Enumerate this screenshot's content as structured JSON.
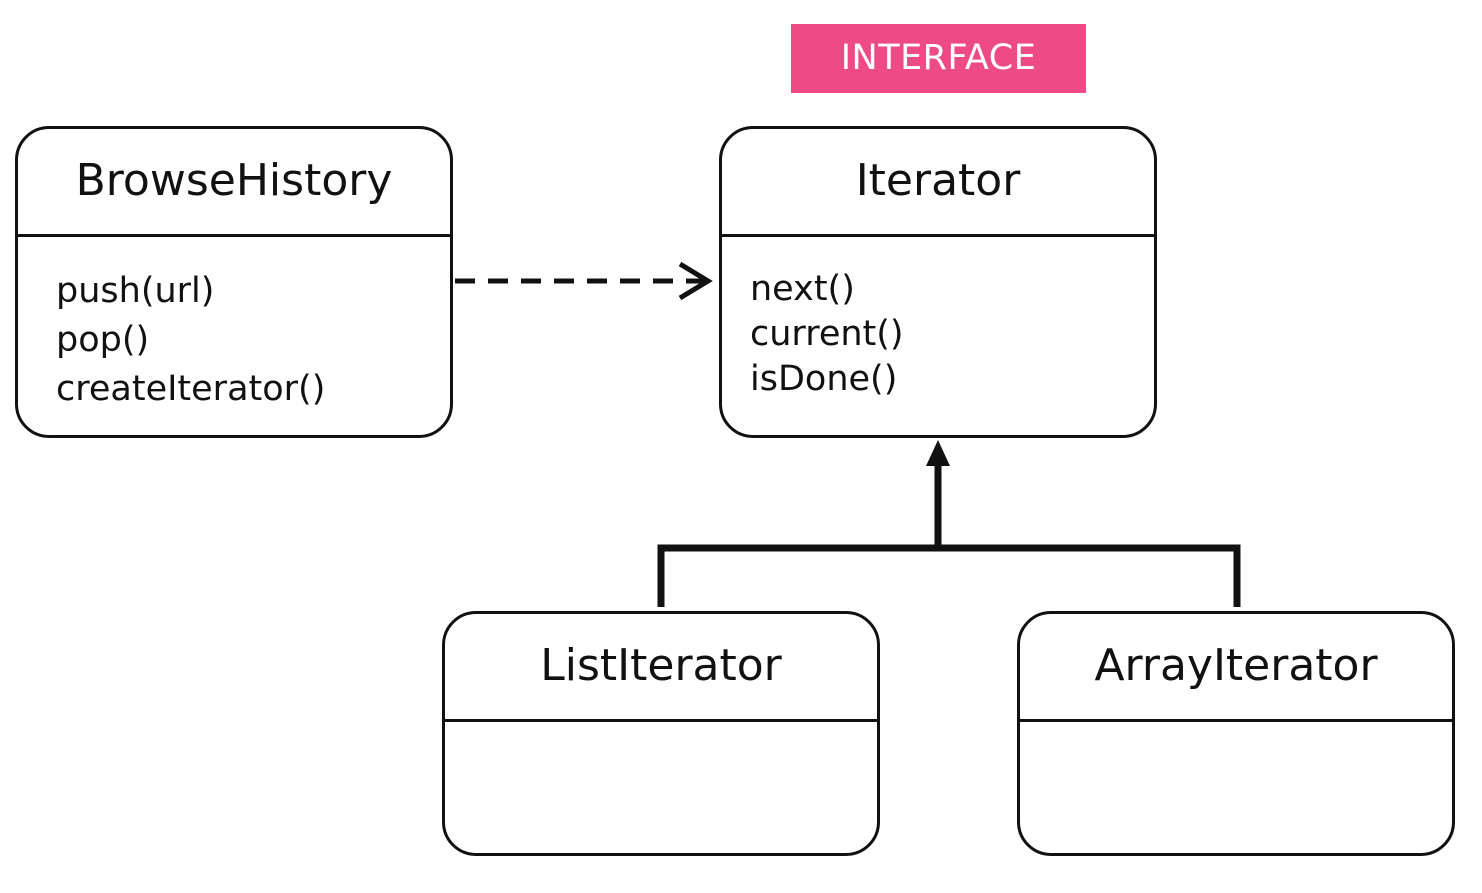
{
  "badge": {
    "label": "INTERFACE",
    "color": "#ee4a86"
  },
  "classes": {
    "browse_history": {
      "name": "BrowseHistory",
      "methods": [
        "push(url)",
        "pop()",
        "createIterator()"
      ]
    },
    "iterator": {
      "name": "Iterator",
      "methods": [
        "next()",
        "current()",
        "isDone()"
      ]
    },
    "list_iterator": {
      "name": "ListIterator",
      "methods": []
    },
    "array_iterator": {
      "name": "ArrayIterator",
      "methods": []
    }
  },
  "relations": [
    {
      "from": "BrowseHistory",
      "to": "Iterator",
      "style": "dashed",
      "arrow": "open"
    },
    {
      "from": "ListIterator",
      "to": "Iterator",
      "style": "solid",
      "arrow": "filled"
    },
    {
      "from": "ArrayIterator",
      "to": "Iterator",
      "style": "solid",
      "arrow": "filled"
    }
  ]
}
